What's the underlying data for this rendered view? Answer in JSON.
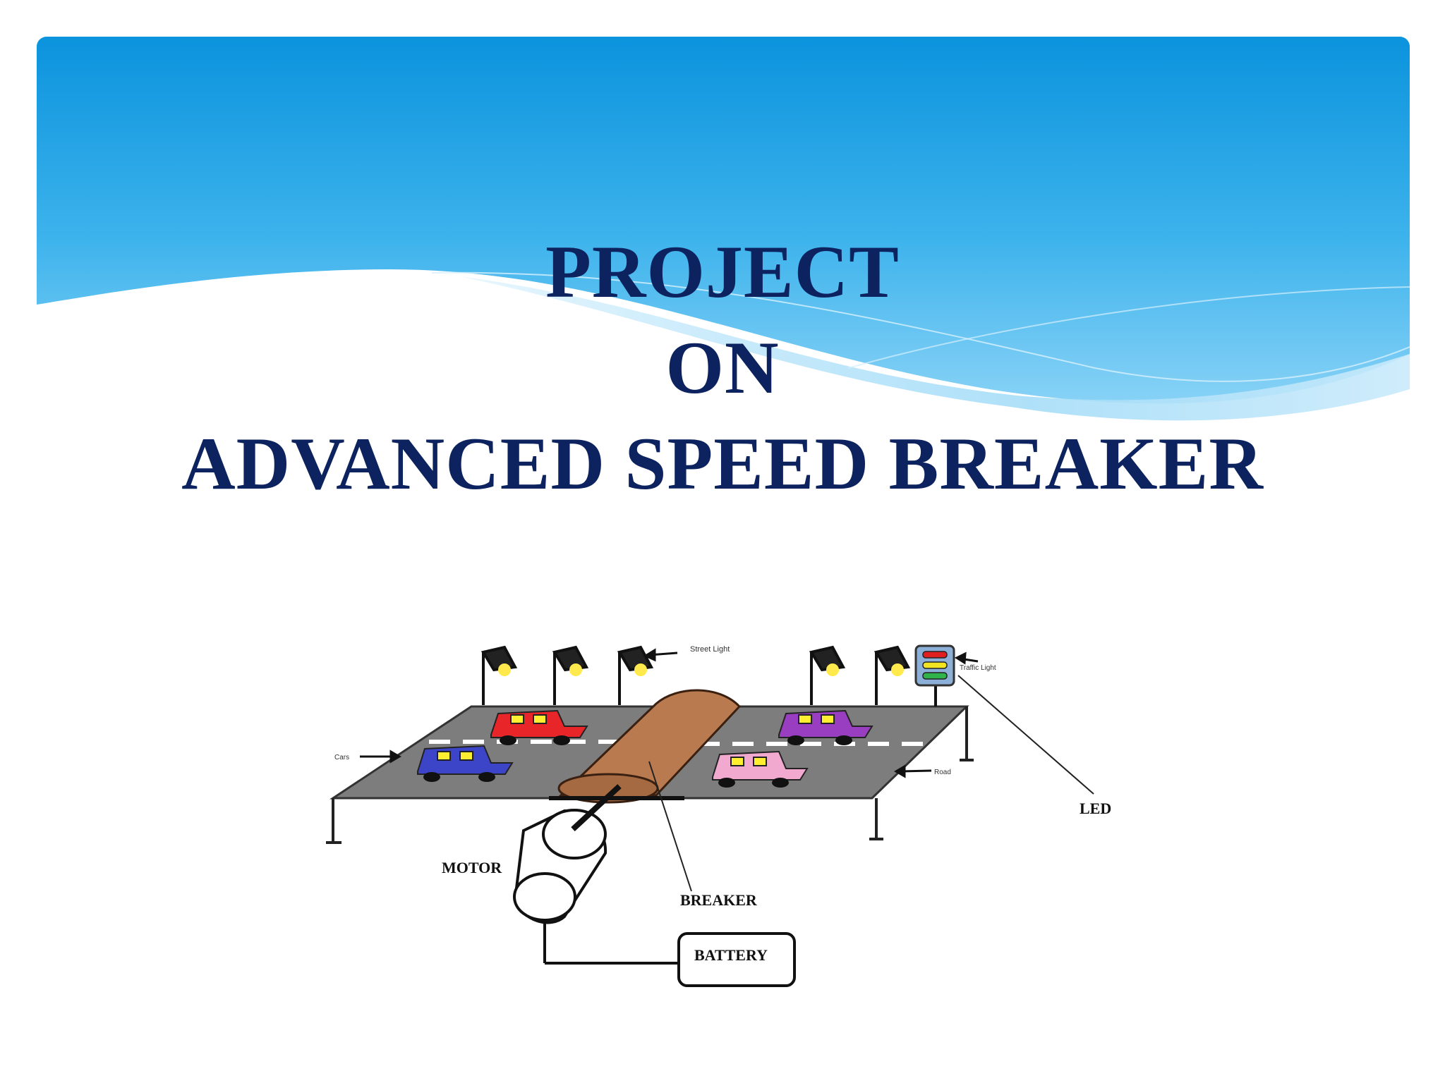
{
  "title": {
    "line1": "PROJECT",
    "line2": "ON",
    "line3": "ADVANCED SPEED BREAKER"
  },
  "diagram": {
    "labels": {
      "street_light": "Street Light",
      "traffic_light": "Traffic Light",
      "cars": "Cars",
      "road": "Road",
      "led": "LED",
      "motor": "MOTOR",
      "breaker": "BREAKER",
      "battery": "BATTERY"
    }
  },
  "colors": {
    "title": "#0d2360",
    "header_top": "#0b93dd",
    "header_bottom": "#7fcdf5",
    "road": "#7d7d7d",
    "breaker": "#b97a4f",
    "car_red": "#e8262a",
    "car_blue": "#3c45c8",
    "car_purple": "#9a3ec1",
    "car_pink": "#f2a9d0"
  }
}
